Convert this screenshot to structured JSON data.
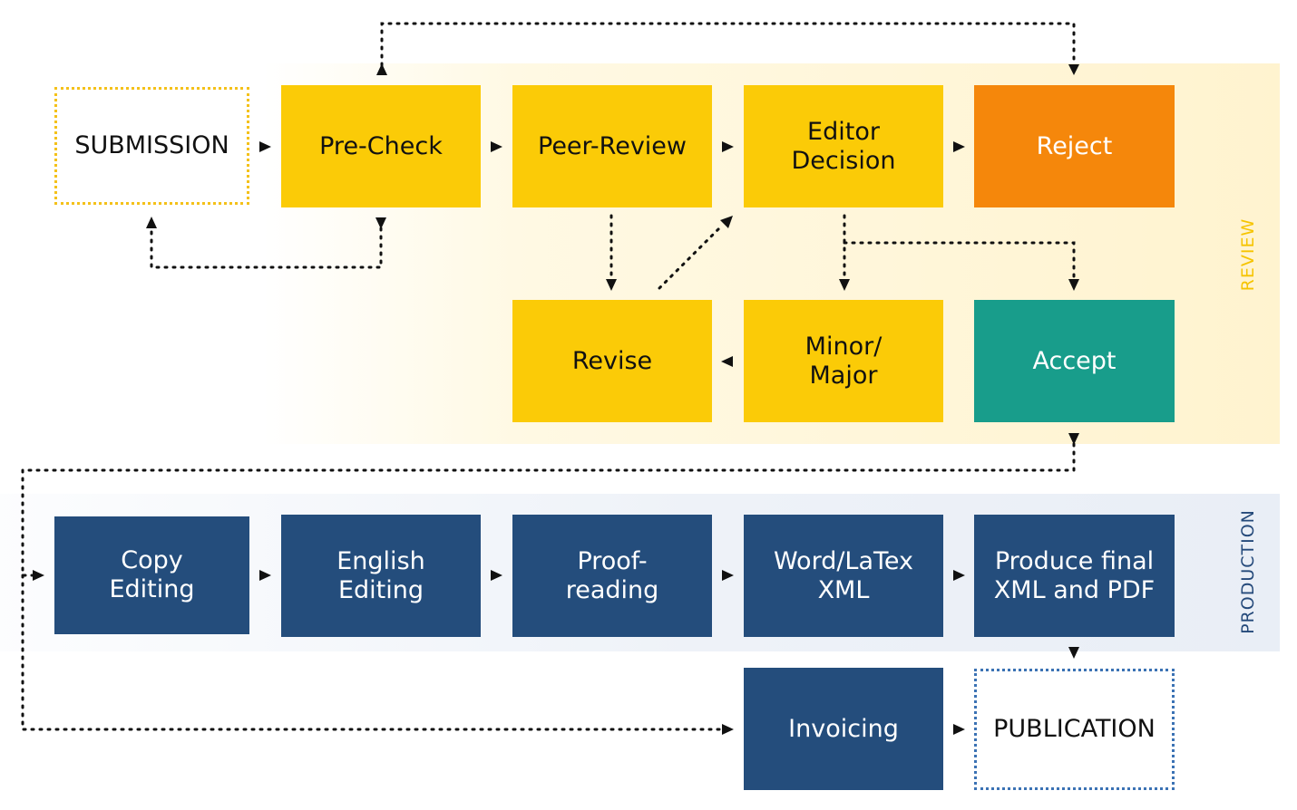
{
  "bands": {
    "review_label": "REVIEW",
    "production_label": "PRODUCTION"
  },
  "nodes": {
    "submission": "SUBMISSION",
    "pre_check": "Pre-Check",
    "peer_review": "Peer-Review",
    "editor_decision": "Editor\nDecision",
    "reject": "Reject",
    "revise": "Revise",
    "minor_major": "Minor/\nMajor",
    "accept": "Accept",
    "copy_editing": "Copy\nEditing",
    "english_editing": "English\nEditing",
    "proof_reading": "Proof-\nreading",
    "word_latex_xml": "Word/LaTex\nXML",
    "produce_final": "Produce final\nXML and PDF",
    "invoicing": "Invoicing",
    "publication": "PUBLICATION"
  },
  "colors": {
    "yellow": "#fbcb07",
    "orange": "#f5870b",
    "teal": "#189d8b",
    "navy": "#244d7c",
    "review_label": "#f6c400",
    "production_label": "#24497a"
  }
}
